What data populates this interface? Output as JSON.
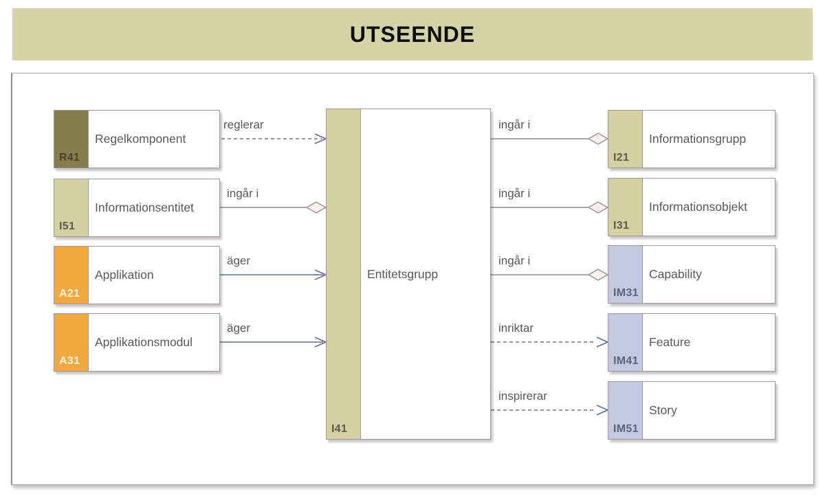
{
  "title": "UTSEENDE",
  "colors": {
    "title_bar_bg": "#d4d2a6",
    "olive": "#867c4c",
    "khaki": "#d4d0a2",
    "orange": "#f0a940",
    "lavender": "#c2c9e3",
    "arrow_blue": "#5c6c96",
    "line_gray": "#8c8c8c",
    "dash_gray": "#73767f",
    "diamond_fill": "#faf0ea",
    "diamond_stroke": "#938da4"
  },
  "nodes": [
    {
      "code": "R41",
      "label": "Regelkomponent",
      "kind": "regel"
    },
    {
      "code": "I51",
      "label": "Informationsentitet",
      "kind": "information"
    },
    {
      "code": "A21",
      "label": "Applikation",
      "kind": "applikation"
    },
    {
      "code": "A31",
      "label": "Applikationsmodul",
      "kind": "applikation"
    },
    {
      "code": "I41",
      "label": "Entitetsgrupp",
      "kind": "information"
    },
    {
      "code": "I21",
      "label": "Informationsgrupp",
      "kind": "information"
    },
    {
      "code": "I31",
      "label": "Informationsobjekt",
      "kind": "information"
    },
    {
      "code": "IM31",
      "label": "Capability",
      "kind": "im"
    },
    {
      "code": "IM41",
      "label": "Feature",
      "kind": "im"
    },
    {
      "code": "IM51",
      "label": "Story",
      "kind": "im"
    }
  ],
  "edges": [
    {
      "label": "reglerar",
      "from": "R41",
      "to": "I41",
      "style": "dashed-arrow"
    },
    {
      "label": "ingår i",
      "from": "I51",
      "to": "I41",
      "style": "aggregation"
    },
    {
      "label": "äger",
      "from": "A21",
      "to": "I41",
      "style": "solid-arrow"
    },
    {
      "label": "äger",
      "from": "A31",
      "to": "I41",
      "style": "solid-arrow"
    },
    {
      "label": "ingår i",
      "from": "I41",
      "to": "I21",
      "style": "aggregation"
    },
    {
      "label": "ingår i",
      "from": "I41",
      "to": "I31",
      "style": "aggregation"
    },
    {
      "label": "ingår i",
      "from": "I41",
      "to": "IM31",
      "style": "aggregation"
    },
    {
      "label": "inriktar",
      "from": "I41",
      "to": "IM41",
      "style": "dashed-arrow"
    },
    {
      "label": "inspirerar",
      "from": "I41",
      "to": "IM51",
      "style": "dashed-arrow"
    }
  ]
}
